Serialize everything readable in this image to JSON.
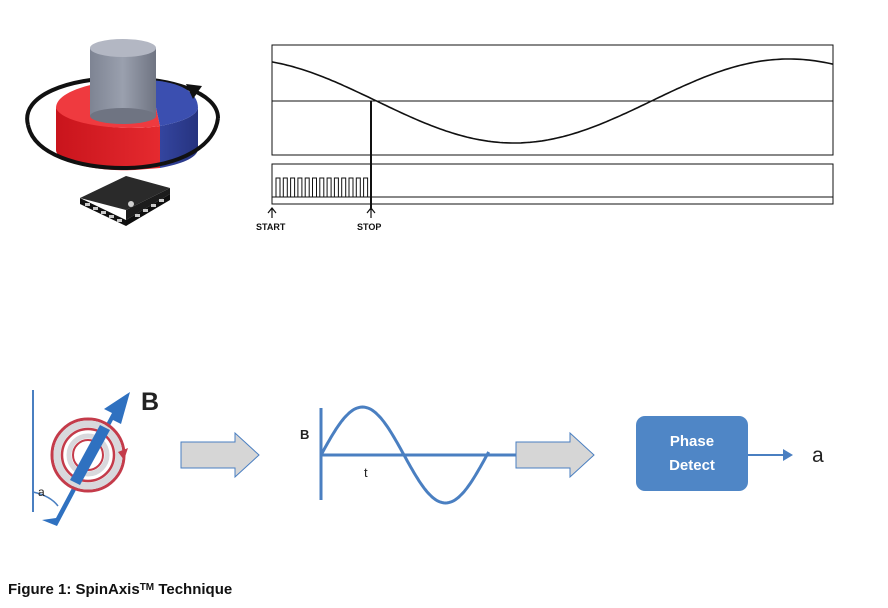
{
  "labels": {
    "start": "START",
    "stop": "STOP",
    "field_vector": "B",
    "angle_left": "a",
    "plot_y": "B",
    "plot_x": "t",
    "block_line1": "Phase",
    "block_line2": "Detect",
    "output": "a"
  },
  "caption": {
    "prefix": "Figure 1:  SpinAxis",
    "tm": "TM",
    "suffix": " Technique"
  },
  "colors": {
    "magnet_red": "#e0202a",
    "magnet_blue": "#2f3f9e",
    "diagram_blue": "#4a7fc1",
    "block_blue": "#4f86c6",
    "arrow_gray": "#d6d6d6"
  }
}
